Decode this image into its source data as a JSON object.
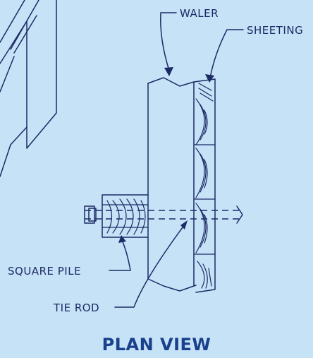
{
  "labels": {
    "waler": "WALER",
    "sheeting": "SHEETING",
    "square_pile": "SQUARE PILE",
    "tie_rod": "TIE ROD"
  },
  "title": "PLAN VIEW",
  "colors": {
    "background": "#c6e2f7",
    "line": "#1c2a66",
    "title": "#1a3f8c"
  }
}
